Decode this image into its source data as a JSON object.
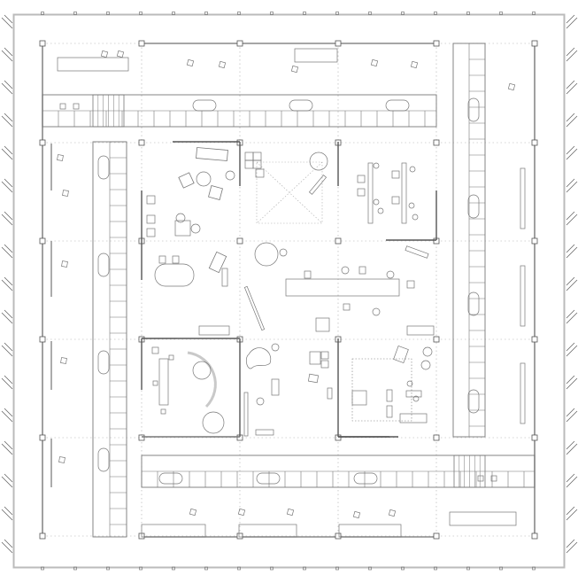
{
  "plan": {
    "type": "architectural floor plan",
    "colors": {
      "background": "#ffffff",
      "wall": "#888888",
      "line": "#777777",
      "dotted": "#aaaaaa",
      "frame": "#bbbbbb"
    },
    "grid_bays": 5,
    "courtyard_bays": 3
  }
}
